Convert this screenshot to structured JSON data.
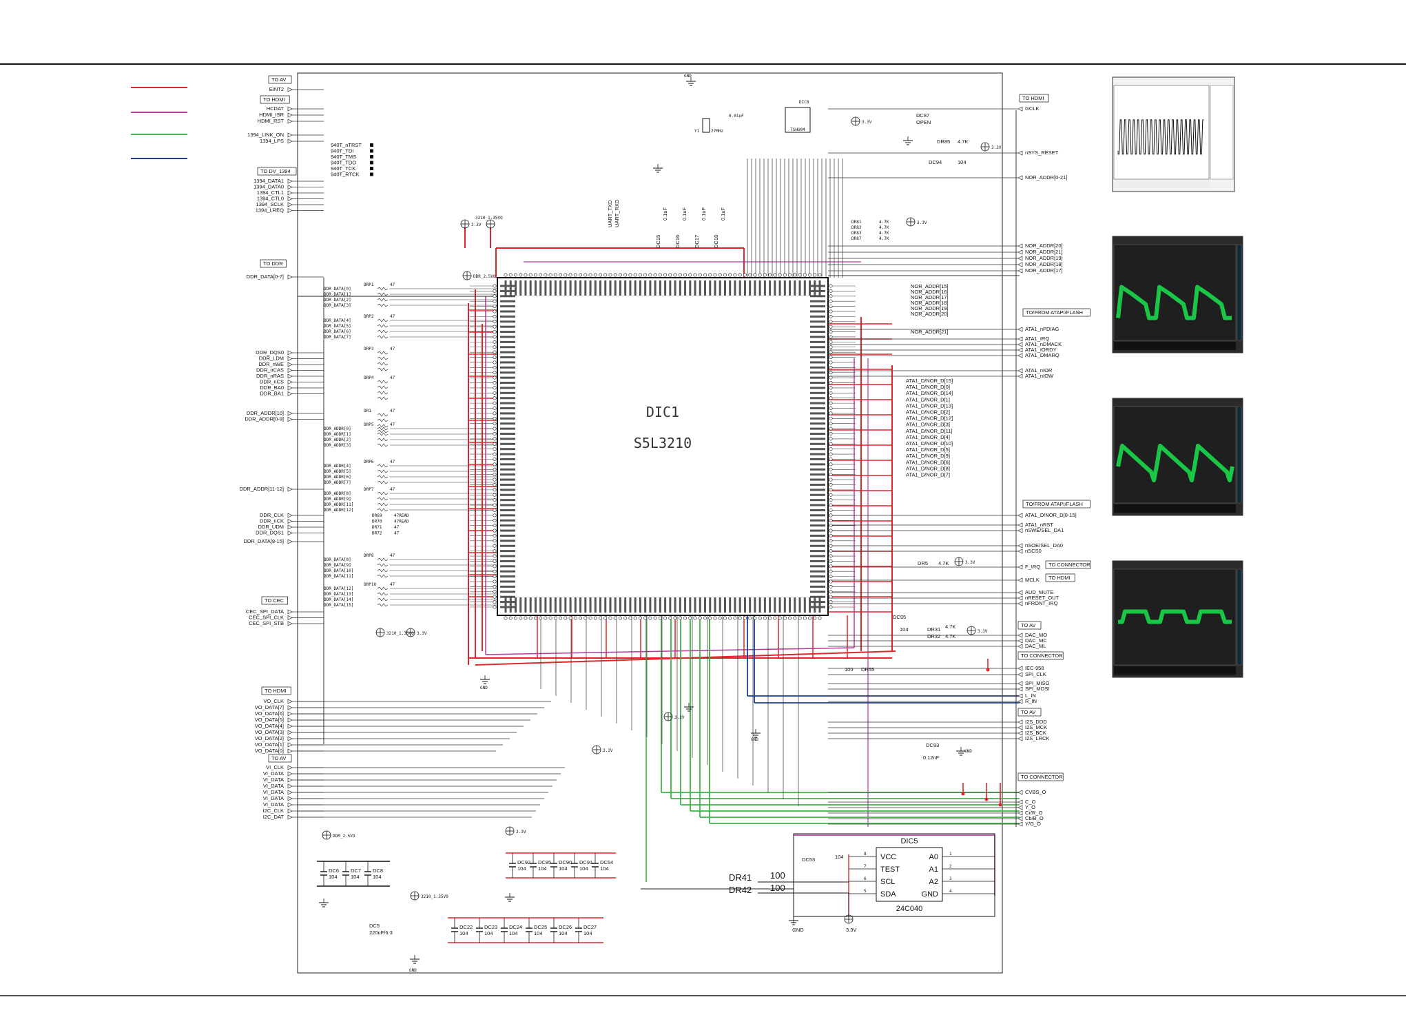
{
  "legend": {
    "colors": [
      "#e0262b",
      "#b5379c",
      "#3fb44a",
      "#1c3f95"
    ]
  },
  "chip": {
    "ref": "DIC1",
    "part": "S5L3210"
  },
  "eeprom": {
    "ref": "DIC5",
    "part": "24C040",
    "left_pins": [
      {
        "num": "8",
        "name": "VCC"
      },
      {
        "num": "7",
        "name": "TEST"
      },
      {
        "num": "6",
        "name": "SCL"
      },
      {
        "num": "5",
        "name": "SDA"
      }
    ],
    "right_pins": [
      {
        "num": "1",
        "name": "A0"
      },
      {
        "num": "2",
        "name": "A1"
      },
      {
        "num": "3",
        "name": "A2"
      },
      {
        "num": "4",
        "name": "GND"
      }
    ],
    "resistors": [
      {
        "ref": "DR41",
        "value": "100"
      },
      {
        "ref": "DR42",
        "value": "100"
      }
    ],
    "cap": {
      "ref": "DC53",
      "value": "104"
    },
    "gnd": "GND",
    "supply": "3.3V"
  },
  "power": {
    "v33": "3.3V",
    "v12": "3210_1.35VO",
    "ddr": "DDR_2.5VO",
    "gnd": "GND"
  },
  "crystal": {
    "ref": "Y1",
    "freq": "27MHz",
    "cap": "0.01uF",
    "gate": "DIC8",
    "gate_part": "7SHU04",
    "out": "GCLK",
    "open_cap": "DC87",
    "open_label": "OPEN"
  },
  "left_groups": {
    "to_av_top": {
      "tag": "TO AV",
      "signals": [
        "EINT2"
      ]
    },
    "to_hdmi_top": {
      "tag": "TO HDMI",
      "signals": [
        "HCDAT",
        "HDMI_ISR",
        "HDMI_RST"
      ]
    },
    "link": {
      "signals": [
        "1394_LINK_ON",
        "1394_LPS"
      ]
    },
    "to_dv": {
      "tag": "TO DV_1394",
      "signals": [
        "1394_DATA1",
        "1394_DATA0",
        "1394_CTL1",
        "1394_CTL0",
        "1394_SCLK",
        "1394_LREQ"
      ]
    },
    "jtag": [
      "940T_nTRST",
      "940T_TDI",
      "940T_TMS",
      "940T_TDO",
      "940T_TCK",
      "940T_RTCK"
    ],
    "uart": [
      "UART_TXD",
      "UART_RXD"
    ],
    "to_ddr": {
      "tag": "TO DDR",
      "bus": "DDR_DATA[0-7]"
    },
    "ddr_ctrl": [
      "DDR_DQS0",
      "DDR_LDM",
      "DDR_nWE",
      "DDR_nCAS",
      "DDR_nRAS",
      "DDR_nCS",
      "DDR_BA0",
      "DDR_BA1"
    ],
    "ddr_addr_bus": [
      "DDR_ADDR[10]",
      "DDR_ADDR[0-9]",
      "DDR_ADDR[11-12]"
    ],
    "ddr_clk": [
      "DDR_CLK",
      "DDR_nCK",
      "DDR_UDM",
      "DDR_DQS1"
    ],
    "ddr_hi_bus": "DDR_DATA[8-15]",
    "to_cec": {
      "tag": "TO CEC",
      "signals": [
        "CEC_SPI_DATA",
        "CEC_SPI_CLK",
        "CEC_SPI_STB"
      ]
    },
    "to_hdmi_vo": {
      "tag": "TO HDMI",
      "signals": [
        "VO_CLK",
        "VO_DATA[7]",
        "VO_DATA[6]",
        "VO_DATA[5]",
        "VO_DATA[4]",
        "VO_DATA[3]",
        "VO_DATA[2]",
        "VO_DATA[1]",
        "VO_DATA[0]"
      ]
    },
    "to_av_vi": {
      "tag": "TO AV",
      "signals": [
        "VI_CLK",
        "VI_DATA",
        "VI_DATA",
        "VI_DATA",
        "VI_DATA",
        "VI_DATA",
        "VI_DATA",
        "I2C_CLK",
        "I2C_DAT"
      ]
    }
  },
  "resistor_packs": [
    {
      "ref": "DRP1",
      "value": "47",
      "nets": [
        "DDR_DATA[0]",
        "DDR_DATA[1]",
        "DDR_DATA[2]",
        "DDR_DATA[3]"
      ]
    },
    {
      "ref": "DRP2",
      "value": "47",
      "nets": [
        "DDR_DATA[4]",
        "DDR_DATA[5]",
        "DDR_DATA[6]",
        "DDR_DATA[7]"
      ]
    },
    {
      "ref": "DRP3",
      "value": "47",
      "nets": []
    },
    {
      "ref": "DRP4",
      "value": "47",
      "nets": []
    },
    {
      "ref": "DR1",
      "value": "47",
      "nets": []
    },
    {
      "ref": "DRP5",
      "value": "47",
      "nets": [
        "DDR_ADDR[0]",
        "DDR_ADDR[1]",
        "DDR_ADDR[2]",
        "DDR_ADDR[3]"
      ]
    },
    {
      "ref": "DRP6",
      "value": "47",
      "nets": [
        "DDR_ADDR[4]",
        "DDR_ADDR[5]",
        "DDR_ADDR[6]",
        "DDR_ADDR[7]"
      ]
    },
    {
      "ref": "DRP7",
      "value": "47",
      "nets": [
        "DDR_ADDR[8]",
        "DDR_ADDR[9]",
        "DDR_ADDR[11]",
        "DDR_ADDR[12]"
      ]
    },
    {
      "ref": "DRP8",
      "value": "47",
      "nets": [
        "DDR_DATA[8]",
        "DDR_DATA[9]",
        "DDR_DATA[10]",
        "DDR_DATA[11]"
      ]
    },
    {
      "ref": "DRP10",
      "value": "47",
      "nets": [
        "DDR_DATA[12]",
        "DDR_DATA[13]",
        "DDR_DATA[14]",
        "DDR_DATA[15]"
      ]
    }
  ],
  "clk_resistors": [
    {
      "ref": "DR69",
      "value": "47READ"
    },
    {
      "ref": "DR70",
      "value": "47READ"
    },
    {
      "ref": "DR71",
      "value": "47"
    },
    {
      "ref": "DR72",
      "value": "47"
    }
  ],
  "right_groups": {
    "to_hdmi_gclk": {
      "tag": "TO HDMI",
      "signals": [
        "GCLK"
      ]
    },
    "sys": [
      "nSYS_RESET",
      "NOR_ADDR[0-21]"
    ],
    "nor_addr_out": [
      "NOR_ADDR[20]",
      "NOR_ADDR[21]",
      "NOR_ADDR[19]",
      "NOR_ADDR[18]",
      "NOR_ADDR[17]"
    ],
    "nor_inner": [
      "NOR_ADDR[15]",
      "NOR_ADDR[16]",
      "NOR_ADDR[17]",
      "NOR_ADDR[18]",
      "NOR_ADDR[19]",
      "NOR_ADDR[20]",
      "NOR_ADDR[21]"
    ],
    "atapi1": {
      "tag": "TO/FROM ATAPI/FLASH",
      "signals": [
        "ATA1_nPDIAG",
        "ATA1_IRQ",
        "ATA1_nDMACK",
        "ATA1_IORDY",
        "ATA1_DMARQ",
        "ATA1_nIOR",
        "ATA1_nIOW"
      ]
    },
    "ata_data": [
      "ATA1_D/NOR_D[15]",
      "ATA1_D/NOR_D[0]",
      "ATA1_D/NOR_D[14]",
      "ATA1_D/NOR_D[1]",
      "ATA1_D/NOR_D[13]",
      "ATA1_D/NOR_D[2]",
      "ATA1_D/NOR_D[12]",
      "ATA1_D/NOR_D[3]",
      "ATA1_D/NOR_D[11]",
      "ATA1_D/NOR_D[4]",
      "ATA1_D/NOR_D[10]",
      "ATA1_D/NOR_D[5]",
      "ATA1_D/NOR_D[9]",
      "ATA1_D/NOR_D[6]",
      "ATA1_D/NOR_D[8]",
      "ATA1_D/NOR_D[7]"
    ],
    "atapi2": {
      "tag": "TO/FROM ATAPI/FLASH",
      "signals": [
        "ATA1_D/NOR_D[0-15]",
        "ATA1_nRST",
        "nSWE/SEL_DA1",
        "nSOE/SEL_DA0",
        "nSCS0"
      ]
    },
    "to_connector_top": {
      "tag": "TO CONNECTOR",
      "signals": [
        "F_IRQ"
      ]
    },
    "to_hdmi_mid": {
      "tag": "TO HDMI",
      "signals": [
        "MCLK"
      ]
    },
    "aud": [
      "AUD_MUTE",
      "nRESET_OUT",
      "nFRONT_IRQ"
    ],
    "to_av_dac": {
      "tag": "TO AV",
      "signals": [
        "DAC_MO",
        "DAC_MC",
        "DAC_ML"
      ]
    },
    "to_connector_spi": {
      "tag": "TO CONNECTOR",
      "signals": [
        "IEC-958",
        "SPI_CLK",
        "SPI_MISO",
        "SPI_MOSI",
        "L_IN",
        "R_IN"
      ]
    },
    "to_av_i2s": {
      "tag": "TO AV",
      "signals": [
        "I2S_DDD",
        "I2S_MCK",
        "I2S_BCK",
        "I2S_LRCK"
      ]
    },
    "to_connector_video": {
      "tag": "TO CONNECTOR",
      "signals": [
        "CVBS_O",
        "C_O",
        "Y_O",
        "Cr/R_O",
        "Cb/B_O",
        "Y/G_O"
      ]
    }
  },
  "misc_components": {
    "dr85": {
      "ref": "DR85",
      "value": "4.7K"
    },
    "dc94": {
      "ref": "DC94",
      "value": "104"
    },
    "pullups": [
      {
        "ref": "DR81",
        "value": "4.7K"
      },
      {
        "ref": "DR82",
        "value": "4.7K"
      },
      {
        "ref": "DR83",
        "value": "4.7K"
      },
      {
        "ref": "DR87",
        "value": "4.7K"
      }
    ],
    "dr5": {
      "ref": "DR5",
      "value": "4.7K"
    },
    "dc95": {
      "ref": "DC95",
      "value": "104"
    },
    "dr31": {
      "ref": "DR31",
      "value": "4.7K"
    },
    "dr32": {
      "ref": "DR32",
      "value": "4.7K"
    },
    "dr55": {
      "ref": "DR55",
      "value": "100"
    },
    "dc93": {
      "ref": "DC93",
      "value": "0.12nF"
    },
    "dc_ddr": [
      {
        "ref": "DC6",
        "value": "104"
      },
      {
        "ref": "DC7",
        "value": "104"
      },
      {
        "ref": "DC8",
        "value": "104"
      }
    ],
    "dc_33": [
      {
        "ref": "DC92",
        "value": "104"
      },
      {
        "ref": "DC85",
        "value": "104"
      },
      {
        "ref": "DC90",
        "value": "104"
      },
      {
        "ref": "DC91",
        "value": "104"
      },
      {
        "ref": "DC54",
        "value": "104"
      }
    ],
    "dc_core": [
      {
        "ref": "DC22",
        "value": "104"
      },
      {
        "ref": "DC23",
        "value": "104"
      },
      {
        "ref": "DC24",
        "value": "104"
      },
      {
        "ref": "DC25",
        "value": "104"
      },
      {
        "ref": "DC26",
        "value": "104"
      },
      {
        "ref": "DC27",
        "value": "104"
      }
    ],
    "dc5": {
      "ref": "DC5",
      "value": "220uF/6.3"
    },
    "dc_top_bypass": [
      "DC15",
      "DC16",
      "DC17",
      "DC18"
    ],
    "dc_top_bypass_value": "0.1uF"
  },
  "scopes": [
    {
      "kind": "digital",
      "color": "#f2f2f2",
      "trace": "#111111"
    },
    {
      "kind": "analog",
      "color": "#2b2b2b",
      "trace": "#19d84a"
    },
    {
      "kind": "analog",
      "color": "#2b2b2b",
      "trace": "#19d84a"
    },
    {
      "kind": "analog",
      "color": "#2b2b2b",
      "trace": "#19d84a"
    }
  ]
}
